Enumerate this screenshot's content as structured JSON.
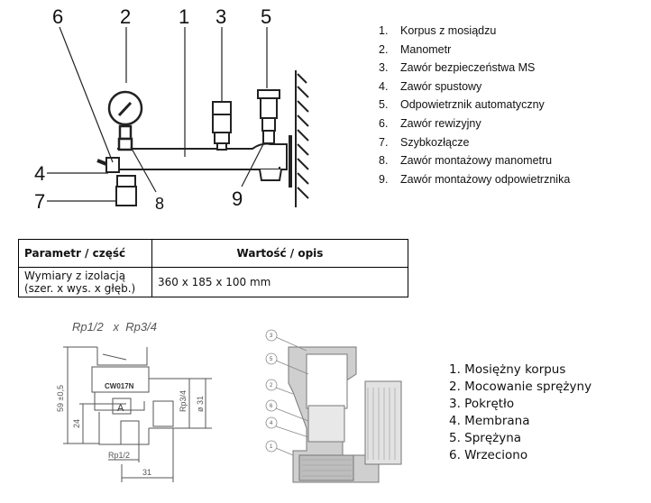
{
  "top_diagram": {
    "callouts": [
      "1",
      "2",
      "3",
      "4",
      "5",
      "6",
      "7",
      "8",
      "9"
    ]
  },
  "top_legend": [
    {
      "num": "1.",
      "label": "Korpus z mosiądzu"
    },
    {
      "num": "2.",
      "label": "Manometr"
    },
    {
      "num": "3.",
      "label": "Zawór bezpieczeństwa MS"
    },
    {
      "num": "4.",
      "label": "Zawór spustowy"
    },
    {
      "num": "5.",
      "label": "Odpowietrznik automatyczny"
    },
    {
      "num": "6.",
      "label": "Zawór rewizyjny"
    },
    {
      "num": "7.",
      "label": "Szybkozłącze"
    },
    {
      "num": "8.",
      "label": "Zawór montażowy manometru"
    },
    {
      "num": "9.",
      "label": "Zawór montażowy odpowietrznika"
    }
  ],
  "spec_table": {
    "headers": [
      "Parametr / część",
      "Wartość / opis"
    ],
    "rows": [
      {
        "param_line1": "Wymiary z izolacją",
        "param_line2": "(szer. x wys. x głęb.)",
        "value": "360 x 185 x 100 mm"
      }
    ]
  },
  "dimension_drawing": {
    "title": "Rp1/2   x  Rp3/4",
    "marking": "CW017N",
    "height_label": "59 ±0,5",
    "inner_height": "24",
    "thread_side": "Rp3/4",
    "diameter": "ø 31",
    "thread_bottom": "Rp1/2",
    "width": "31",
    "symbol": "A"
  },
  "section_drawing": {
    "callouts": [
      "3",
      "5",
      "2",
      "6",
      "4",
      "1"
    ]
  },
  "bottom_legend": [
    "1. Mosiężny korpus",
    "2. Mocowanie sprężyny",
    "3. Pokrętło",
    "4. Membrana",
    "5. Sprężyna",
    "6. Wrzeciono"
  ]
}
